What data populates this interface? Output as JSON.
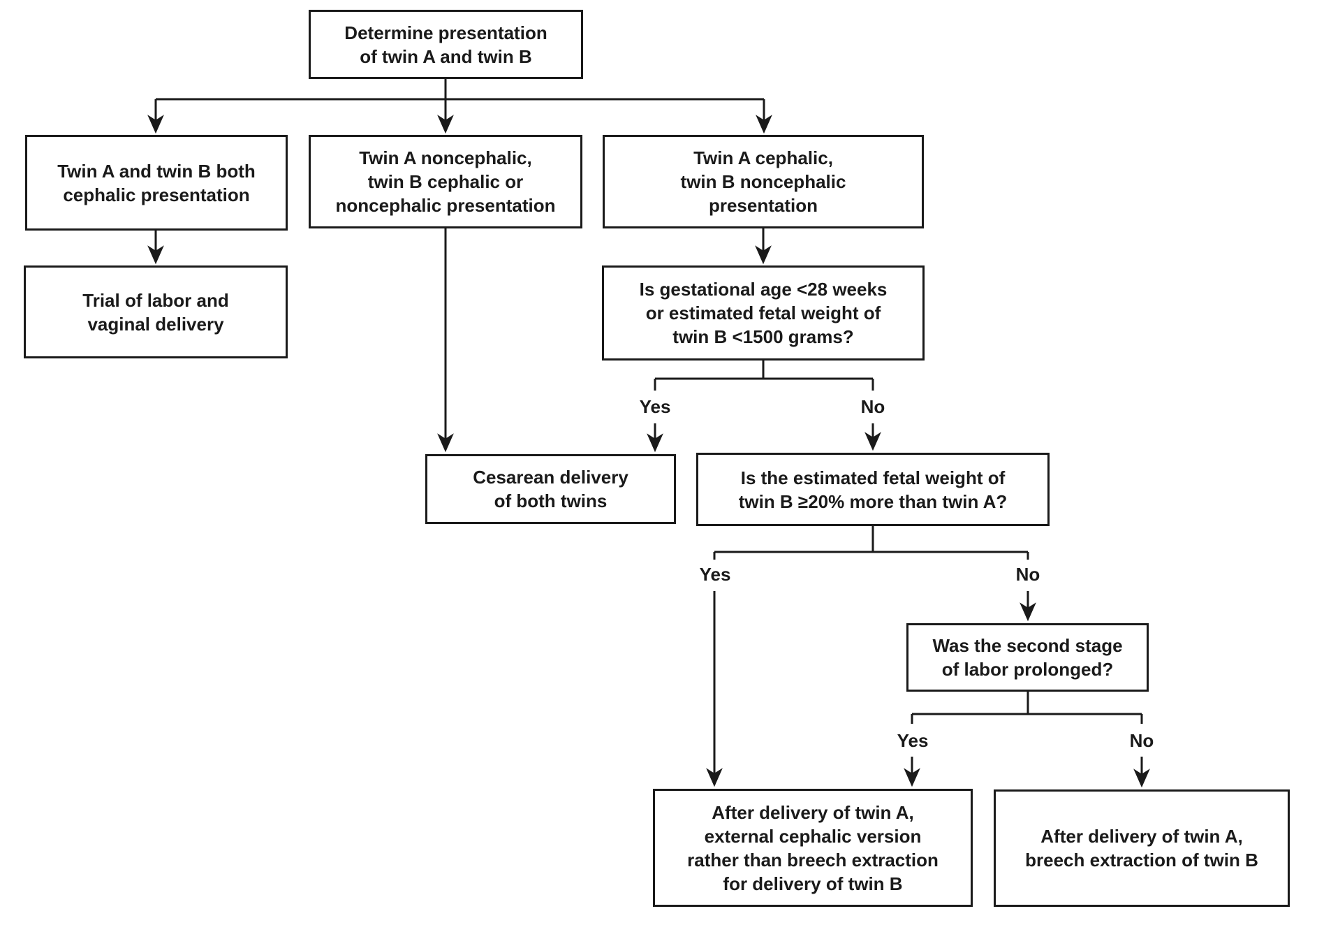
{
  "colors": {
    "background": "#ffffff",
    "line": "#1a1a1a",
    "box_fill": "#ffffff",
    "text": "#1a1a1a"
  },
  "nodes": {
    "determine": "Determine presentation\nof twin A and twin B",
    "both_cephalic": "Twin A and twin B both\ncephalic presentation",
    "a_noncephalic": "Twin A noncephalic,\ntwin B cephalic or\nnoncephalic presentation",
    "a_cephalic": "Twin A cephalic,\ntwin B noncephalic\npresentation",
    "trial_labor": "Trial of labor and\nvaginal delivery",
    "gestational_age": "Is gestational age <28 weeks\nor estimated fetal weight of\ntwin B <1500 grams?",
    "cesarean": "Cesarean delivery\nof both twins",
    "fetal_weight": "Is the estimated fetal weight of\ntwin B ≥20% more than twin A?",
    "second_stage": "Was the second stage\nof labor prolonged?",
    "ecv": "After delivery of twin A,\nexternal cephalic version\nrather than breech extraction\nfor delivery of twin B",
    "breech": "After delivery of twin A,\nbreech extraction of twin B"
  },
  "edges": [
    {
      "from": "determine",
      "to": "both_cephalic",
      "label": ""
    },
    {
      "from": "determine",
      "to": "a_noncephalic",
      "label": ""
    },
    {
      "from": "determine",
      "to": "a_cephalic",
      "label": ""
    },
    {
      "from": "both_cephalic",
      "to": "trial_labor",
      "label": ""
    },
    {
      "from": "a_noncephalic",
      "to": "cesarean",
      "label": ""
    },
    {
      "from": "a_cephalic",
      "to": "gestational_age",
      "label": ""
    },
    {
      "from": "gestational_age",
      "to": "cesarean",
      "label": "Yes"
    },
    {
      "from": "gestational_age",
      "to": "fetal_weight",
      "label": "No"
    },
    {
      "from": "fetal_weight",
      "to": "ecv",
      "label": "Yes"
    },
    {
      "from": "fetal_weight",
      "to": "second_stage",
      "label": "No"
    },
    {
      "from": "second_stage",
      "to": "ecv",
      "label": "Yes"
    },
    {
      "from": "second_stage",
      "to": "breech",
      "label": "No"
    }
  ]
}
